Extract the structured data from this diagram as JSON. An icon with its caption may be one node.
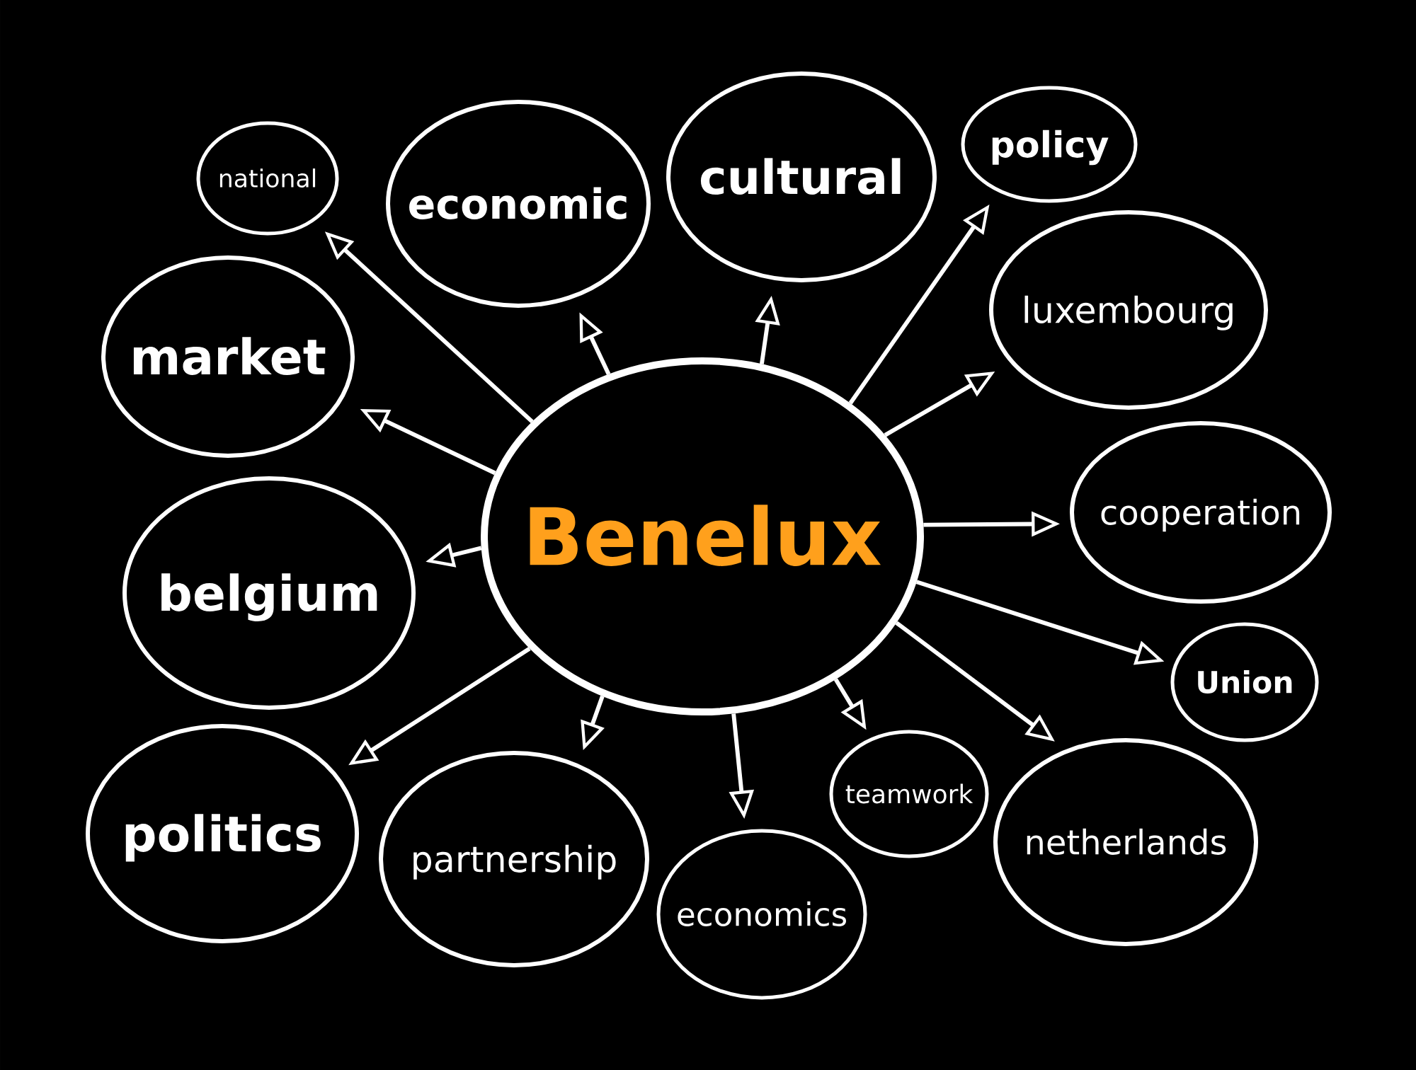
{
  "diagram": {
    "nodes": [
      {
        "text": [
          "Benelux"
        ]
      },
      {
        "text": [
          "national"
        ]
      },
      {
        "text": [
          "economic"
        ]
      },
      {
        "text": [
          "cultural"
        ]
      },
      {
        "text": [
          "policy"
        ]
      },
      {
        "text": [
          "market"
        ]
      },
      {
        "text": [
          "luxembourg"
        ]
      },
      {
        "text": [
          "cooperation"
        ]
      },
      {
        "text": [
          "belgium"
        ]
      },
      {
        "text": [
          "Union"
        ]
      },
      {
        "text": [
          "politics"
        ]
      },
      {
        "text": [
          "partnership"
        ]
      },
      {
        "text": [
          "economics"
        ]
      },
      {
        "text": [
          "teamwork"
        ]
      },
      {
        "text": [
          "netherlands"
        ]
      }
    ],
    "edges": [
      {
        "from": 0,
        "to": 1,
        "arrow": "to"
      },
      {
        "from": 0,
        "to": 2,
        "arrow": "to"
      },
      {
        "from": 0,
        "to": 3,
        "arrow": "to"
      },
      {
        "from": 0,
        "to": 4,
        "arrow": "to"
      },
      {
        "from": 0,
        "to": 5,
        "arrow": "to"
      },
      {
        "from": 0,
        "to": 6,
        "arrow": "to"
      },
      {
        "from": 0,
        "to": 7,
        "arrow": "to"
      },
      {
        "from": 0,
        "to": 8,
        "arrow": "to"
      },
      {
        "from": 0,
        "to": 9,
        "arrow": "to"
      },
      {
        "from": 0,
        "to": 10,
        "arrow": "to"
      },
      {
        "from": 0,
        "to": 11,
        "arrow": "to"
      },
      {
        "from": 0,
        "to": 12,
        "arrow": "to"
      },
      {
        "from": 0,
        "to": 13,
        "arrow": "to"
      },
      {
        "from": 0,
        "to": 14,
        "arrow": "to"
      }
    ]
  }
}
